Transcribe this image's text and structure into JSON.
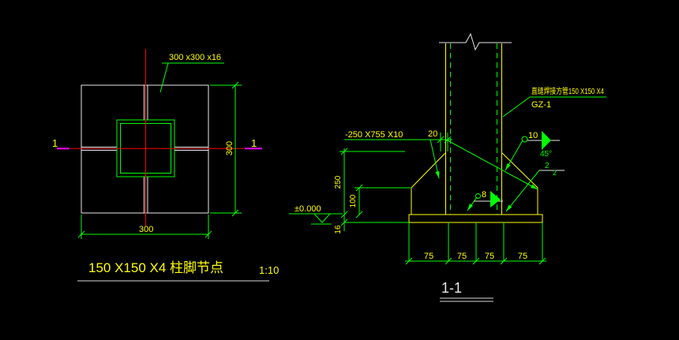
{
  "colors": {
    "background": "#000000",
    "dimension_green": "#00ff00",
    "entity_yellow": "#ffff00",
    "centerline_red": "#ff0000",
    "section_magenta": "#ff00ff",
    "outline_white": "#e8e8e8"
  },
  "plan_view": {
    "plate_label": "300 x300 x16",
    "dim_height": "300",
    "dim_width": "300",
    "section_mark_left": "1",
    "section_mark_right": "1",
    "title": "150 X150 X4 柱脚节点",
    "scale": "1:10"
  },
  "section_view": {
    "column_note": "直缝焊接方管150 X150 X4",
    "column_mark": "GZ-1",
    "stiffener_note": "-250 X755 X10",
    "dim_top_gap": "20",
    "dim_stiffener_height": "250",
    "dim_stiffener_lower": "100",
    "dim_plate_thickness": "16",
    "level_mark": "±0.000",
    "weld_size_left": "8",
    "weld_size_right": "10",
    "weld_angle": "45°",
    "weld_leg_a": "2",
    "weld_leg_b": "2",
    "dims_base": [
      "75",
      "75",
      "75",
      "75"
    ],
    "view_title": "1-1"
  }
}
